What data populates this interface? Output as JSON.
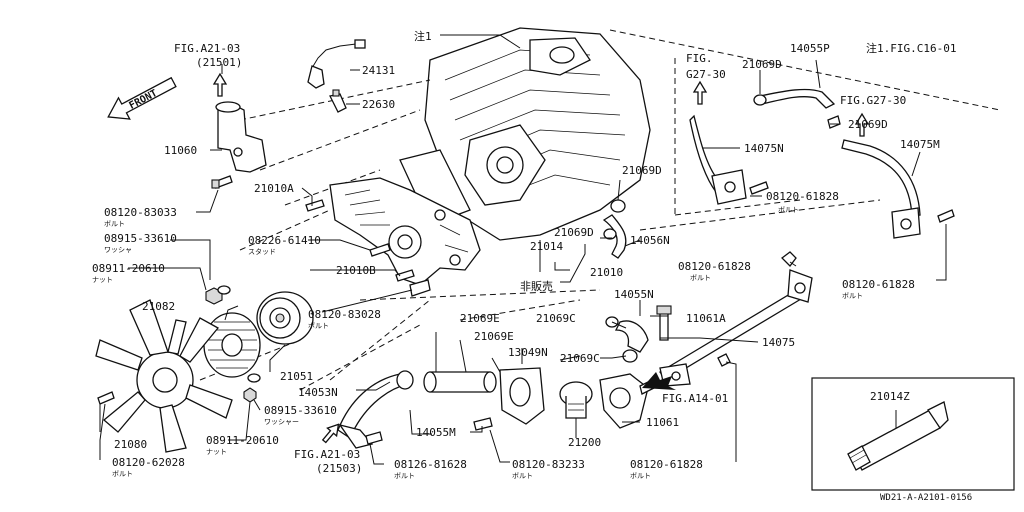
{
  "front_label": "FRONT",
  "labels": {
    "fig_a2103_top": "FIG.A21-03",
    "ref_21501": "(21501)",
    "p24131": "24131",
    "p22630": "22630",
    "note_top": "注1",
    "fig_g2730_a": "FIG.",
    "fig_g2730_b": "G27-30",
    "p21069d_top": "21069D",
    "p14055p": "14055P",
    "note_fig": "注1.FIG.C16-01",
    "fig_g2730_right": "FIG.G27-30",
    "p21069d_right": "21069D",
    "p14075m": "14075M",
    "p14075n": "14075N",
    "p11060": "11060",
    "p21010a": "21010A",
    "p21069d_mid": "21069D",
    "p08120_61828_a": "08120-61828",
    "bolt_a": "ボルト",
    "p08120_83033": "08120-83033",
    "bolt_b": "ボルト",
    "p08915_33610_a": "08915-33610",
    "washer_a": "ワッシャ",
    "p08226_61410": "08226-61410",
    "stud": "スタッド",
    "p21069d_lo": "21069D",
    "p14056n": "14056N",
    "p21014": "21014",
    "p21010": "21010",
    "p08911_20610_a": "08911-20610",
    "nut_a": "ナット",
    "p21010b": "21010B",
    "p08120_61828_b": "08120-61828",
    "bolt_c": "ボルト",
    "p08120_61828_c": "08120-61828",
    "bolt_d": "ボルト",
    "not_sold": "非販売",
    "p21082": "21082",
    "p08120_83028": "08120-83028",
    "bolt_e": "ボルト",
    "p14055n": "14055N",
    "p21069c_a": "21069C",
    "p11061a": "11061A",
    "p21069e_a": "21069E",
    "p21069e_b": "21069E",
    "p13049n": "13049N",
    "p21069c_b": "21069C",
    "p14075": "14075",
    "p21051": "21051",
    "p14053n": "14053N",
    "p08915_33610_b": "08915-33610",
    "washer_b": "ワッシャー",
    "p14055m": "14055M",
    "fig_a1401": "FIG.A14-01",
    "p11061": "11061",
    "p21200": "21200",
    "p21080": "21080",
    "p08911_20610_b": "08911-20610",
    "nut_b": "ナット",
    "fig_a2103_bot": "FIG.A21-03",
    "ref_21503": "(21503)",
    "p08120_62028": "08120-62028",
    "bolt_f": "ボルト",
    "p08126_81628": "08126-81628",
    "bolt_g": "ボルト",
    "p08120_83233": "08120-83233",
    "bolt_h": "ボルト",
    "p08120_61828_d": "08120-61828",
    "bolt_i": "ボルト",
    "p21014z": "21014Z",
    "drawing_code": "WD21-A-A2101-0156"
  }
}
